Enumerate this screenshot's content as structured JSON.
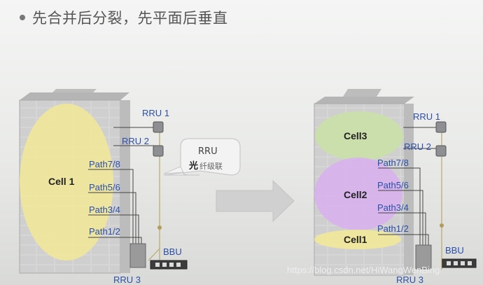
{
  "title": "先合并后分裂，先平面后垂直",
  "left_diagram": {
    "cell": "Cell 1",
    "rru_top": "RRU  1",
    "rru_mid": "RRU  2",
    "rru_bottom": "RRU  3",
    "paths": [
      "Path7/8",
      "Path5/6",
      "Path3/4",
      "Path1/2"
    ],
    "bbu": "BBU"
  },
  "callout": {
    "line1": "RRU",
    "line2_bold": "光",
    "line2_rest": "纤级联"
  },
  "right_diagram": {
    "cells": [
      "Cell3",
      "Cell2",
      "Cell1"
    ],
    "rru_top": "RRU  1",
    "rru_mid": "RRU  2",
    "rru_bottom": "RRU  3",
    "paths": [
      "Path7/8",
      "Path5/6",
      "Path3/4",
      "Path1/2"
    ],
    "bbu": "BBU"
  },
  "watermark": "https://blog.csdn.net/HiWangWenBing"
}
